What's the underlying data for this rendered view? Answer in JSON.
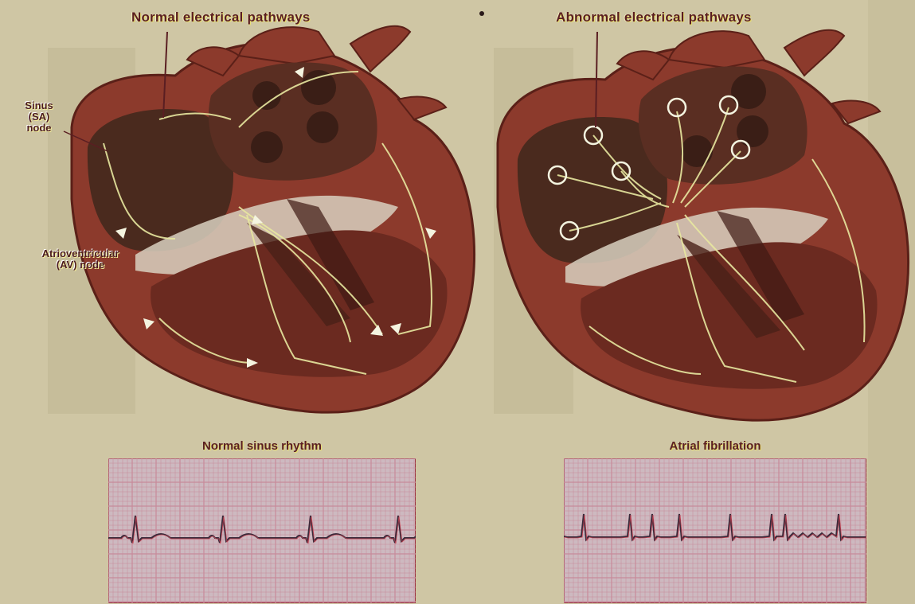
{
  "left_panel": {
    "title": "Normal electrical pathways",
    "labels": {
      "sa_node": [
        "Sinus",
        "(SA)",
        "node"
      ],
      "av_node": [
        "Atrioventricular",
        "(AV) node"
      ]
    },
    "ecg_title": "Normal sinus rhythm"
  },
  "right_panel": {
    "title": "Abnormal electrical pathways",
    "ecg_title": "Atrial fibrillation"
  },
  "colors": {
    "background": "#cfc6a4",
    "muscle": "#8c3a2c",
    "muscle_dark": "#5b2018",
    "chamber": "#4a2a1e",
    "pathway": "#e8e8a0",
    "ecg_grid": "#c78a9a",
    "ecg_bg": "#cdb9c0",
    "ecg_trace": "#3a2a3a",
    "text": "#5a1e22"
  }
}
